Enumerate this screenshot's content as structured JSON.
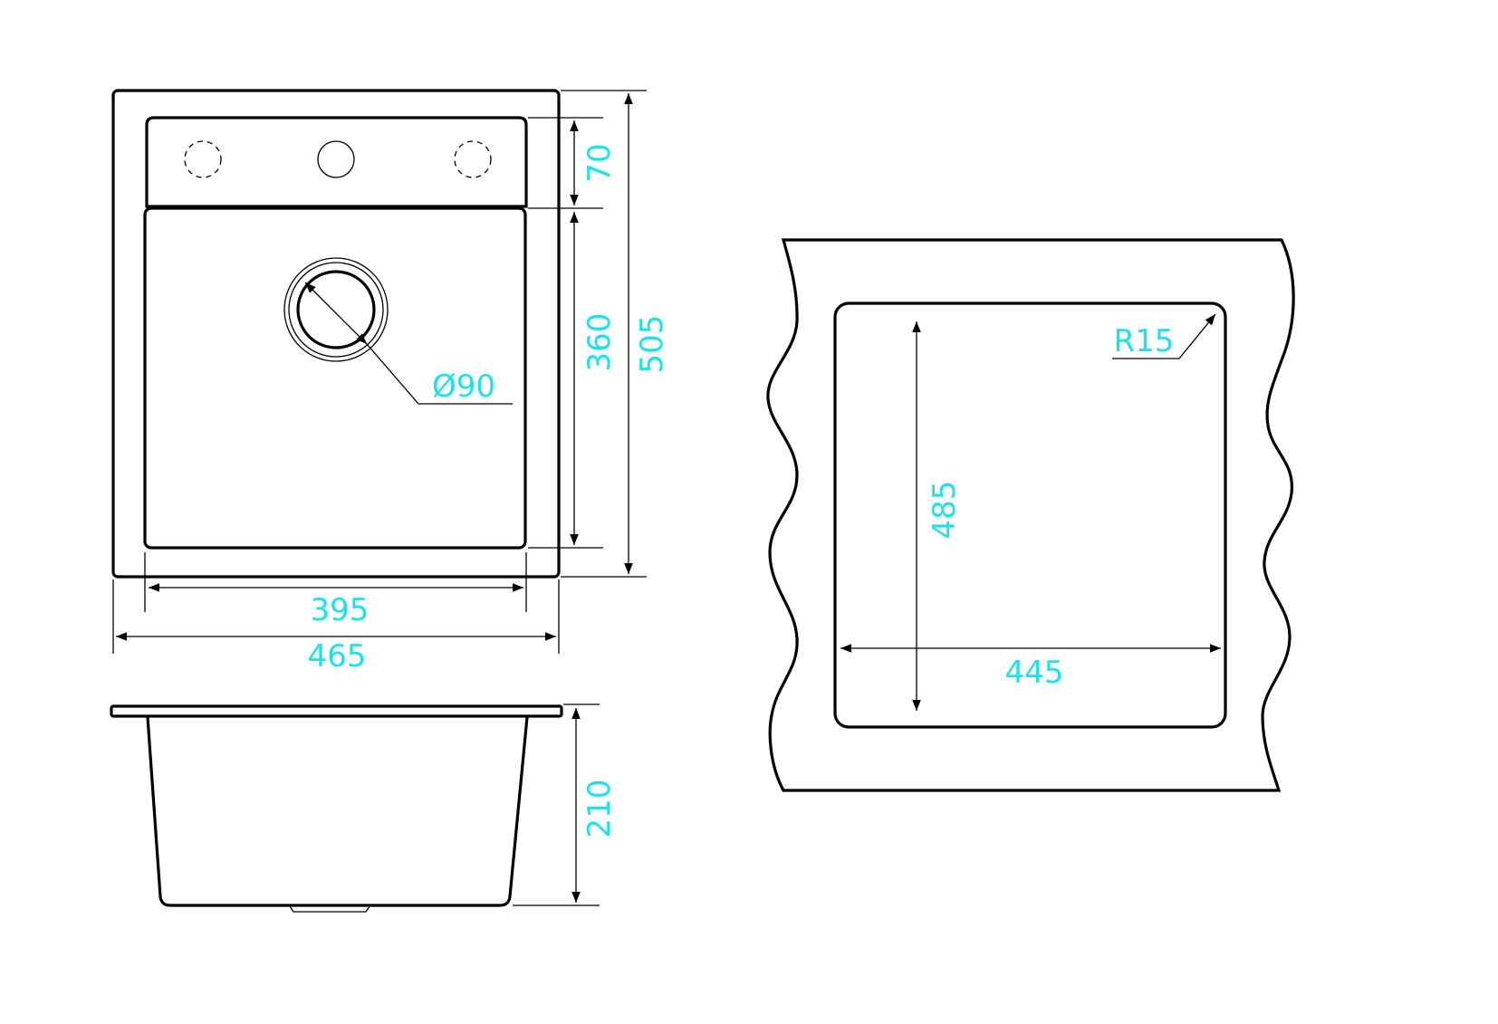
{
  "drawing": {
    "top_view": {
      "dimensions": {
        "overall_length": "505",
        "tap_area": "70",
        "bowl_length": "360",
        "bowl_width": "395",
        "overall_width": "465",
        "drain_diameter": "Ø90"
      }
    },
    "side_view": {
      "dimensions": {
        "depth": "210"
      }
    },
    "cutout_view": {
      "dimensions": {
        "cutout_length": "485",
        "cutout_width": "445",
        "corner_radius": "R15"
      }
    }
  },
  "colors": {
    "dimension_text": "#19e3ef",
    "lines": "#000000"
  }
}
